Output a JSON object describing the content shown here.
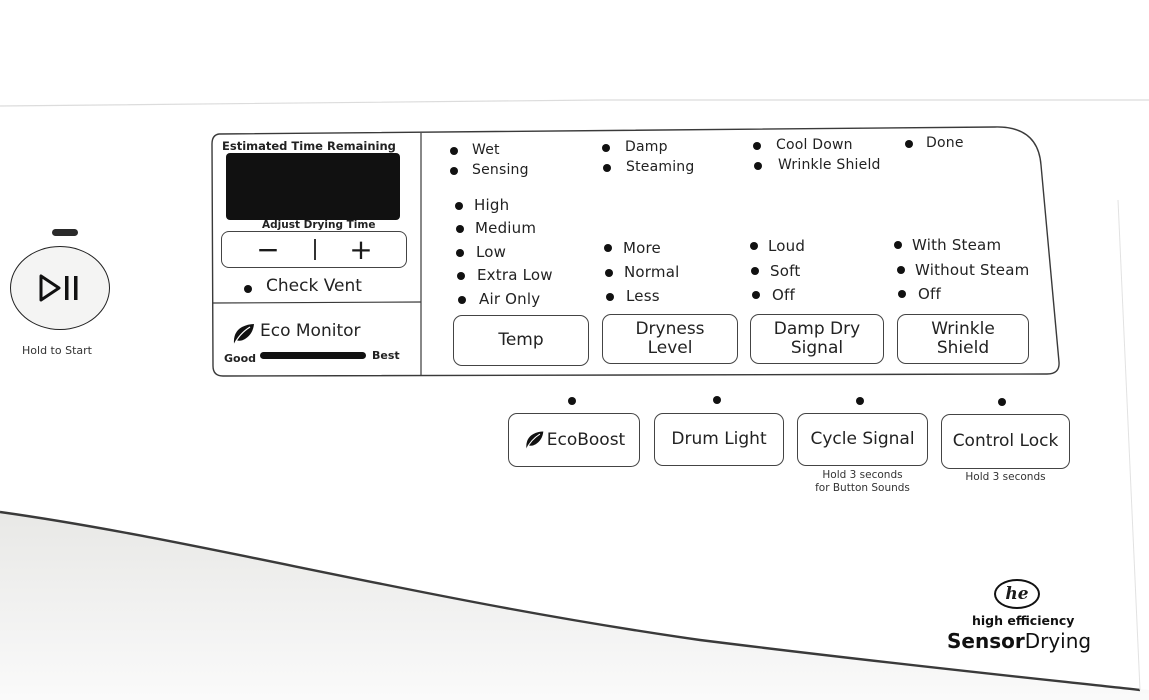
{
  "left": {
    "start_button_label": "Hold to Start",
    "start_icon": "play-pause-icon"
  },
  "display_box": {
    "title": "Estimated Time Remaining",
    "adjust_label": "Adjust Drying Time",
    "minus": "−",
    "plus": "+",
    "check_vent": "Check Vent",
    "eco_monitor": "Eco Monitor",
    "eco_good": "Good",
    "eco_best": "Best"
  },
  "status": {
    "col1": [
      "Wet",
      "Sensing"
    ],
    "col2": [
      "Damp",
      "Steaming"
    ],
    "col3": [
      "Cool Down",
      "Wrinkle Shield"
    ],
    "col4": [
      "Done"
    ]
  },
  "options": {
    "temp": {
      "items": [
        "High",
        "Medium",
        "Low",
        "Extra Low",
        "Air Only"
      ],
      "button": "Temp"
    },
    "dryness": {
      "items": [
        "More",
        "Normal",
        "Less"
      ],
      "button_line1": "Dryness",
      "button_line2": "Level"
    },
    "damp_signal": {
      "items": [
        "Loud",
        "Soft",
        "Off"
      ],
      "button_line1": "Damp Dry",
      "button_line2": "Signal"
    },
    "wrinkle": {
      "items": [
        "With Steam",
        "Without Steam",
        "Off"
      ],
      "button_line1": "Wrinkle",
      "button_line2": "Shield"
    }
  },
  "bottom_buttons": {
    "ecoboost": "EcoBoost",
    "drum_light": "Drum Light",
    "cycle_signal": "Cycle Signal",
    "cycle_signal_sub1": "Hold 3 seconds",
    "cycle_signal_sub2": "for Button Sounds",
    "control_lock": "Control Lock",
    "control_lock_sub": "Hold 3 seconds"
  },
  "branding": {
    "logo_text": "he",
    "line1": "high efficiency",
    "line2a": "Sensor",
    "line2b": "Drying"
  },
  "colors": {
    "panel": "#ffffff",
    "ink": "#1a1a1a",
    "display": "#111111",
    "edge": "#3a3a3a"
  }
}
